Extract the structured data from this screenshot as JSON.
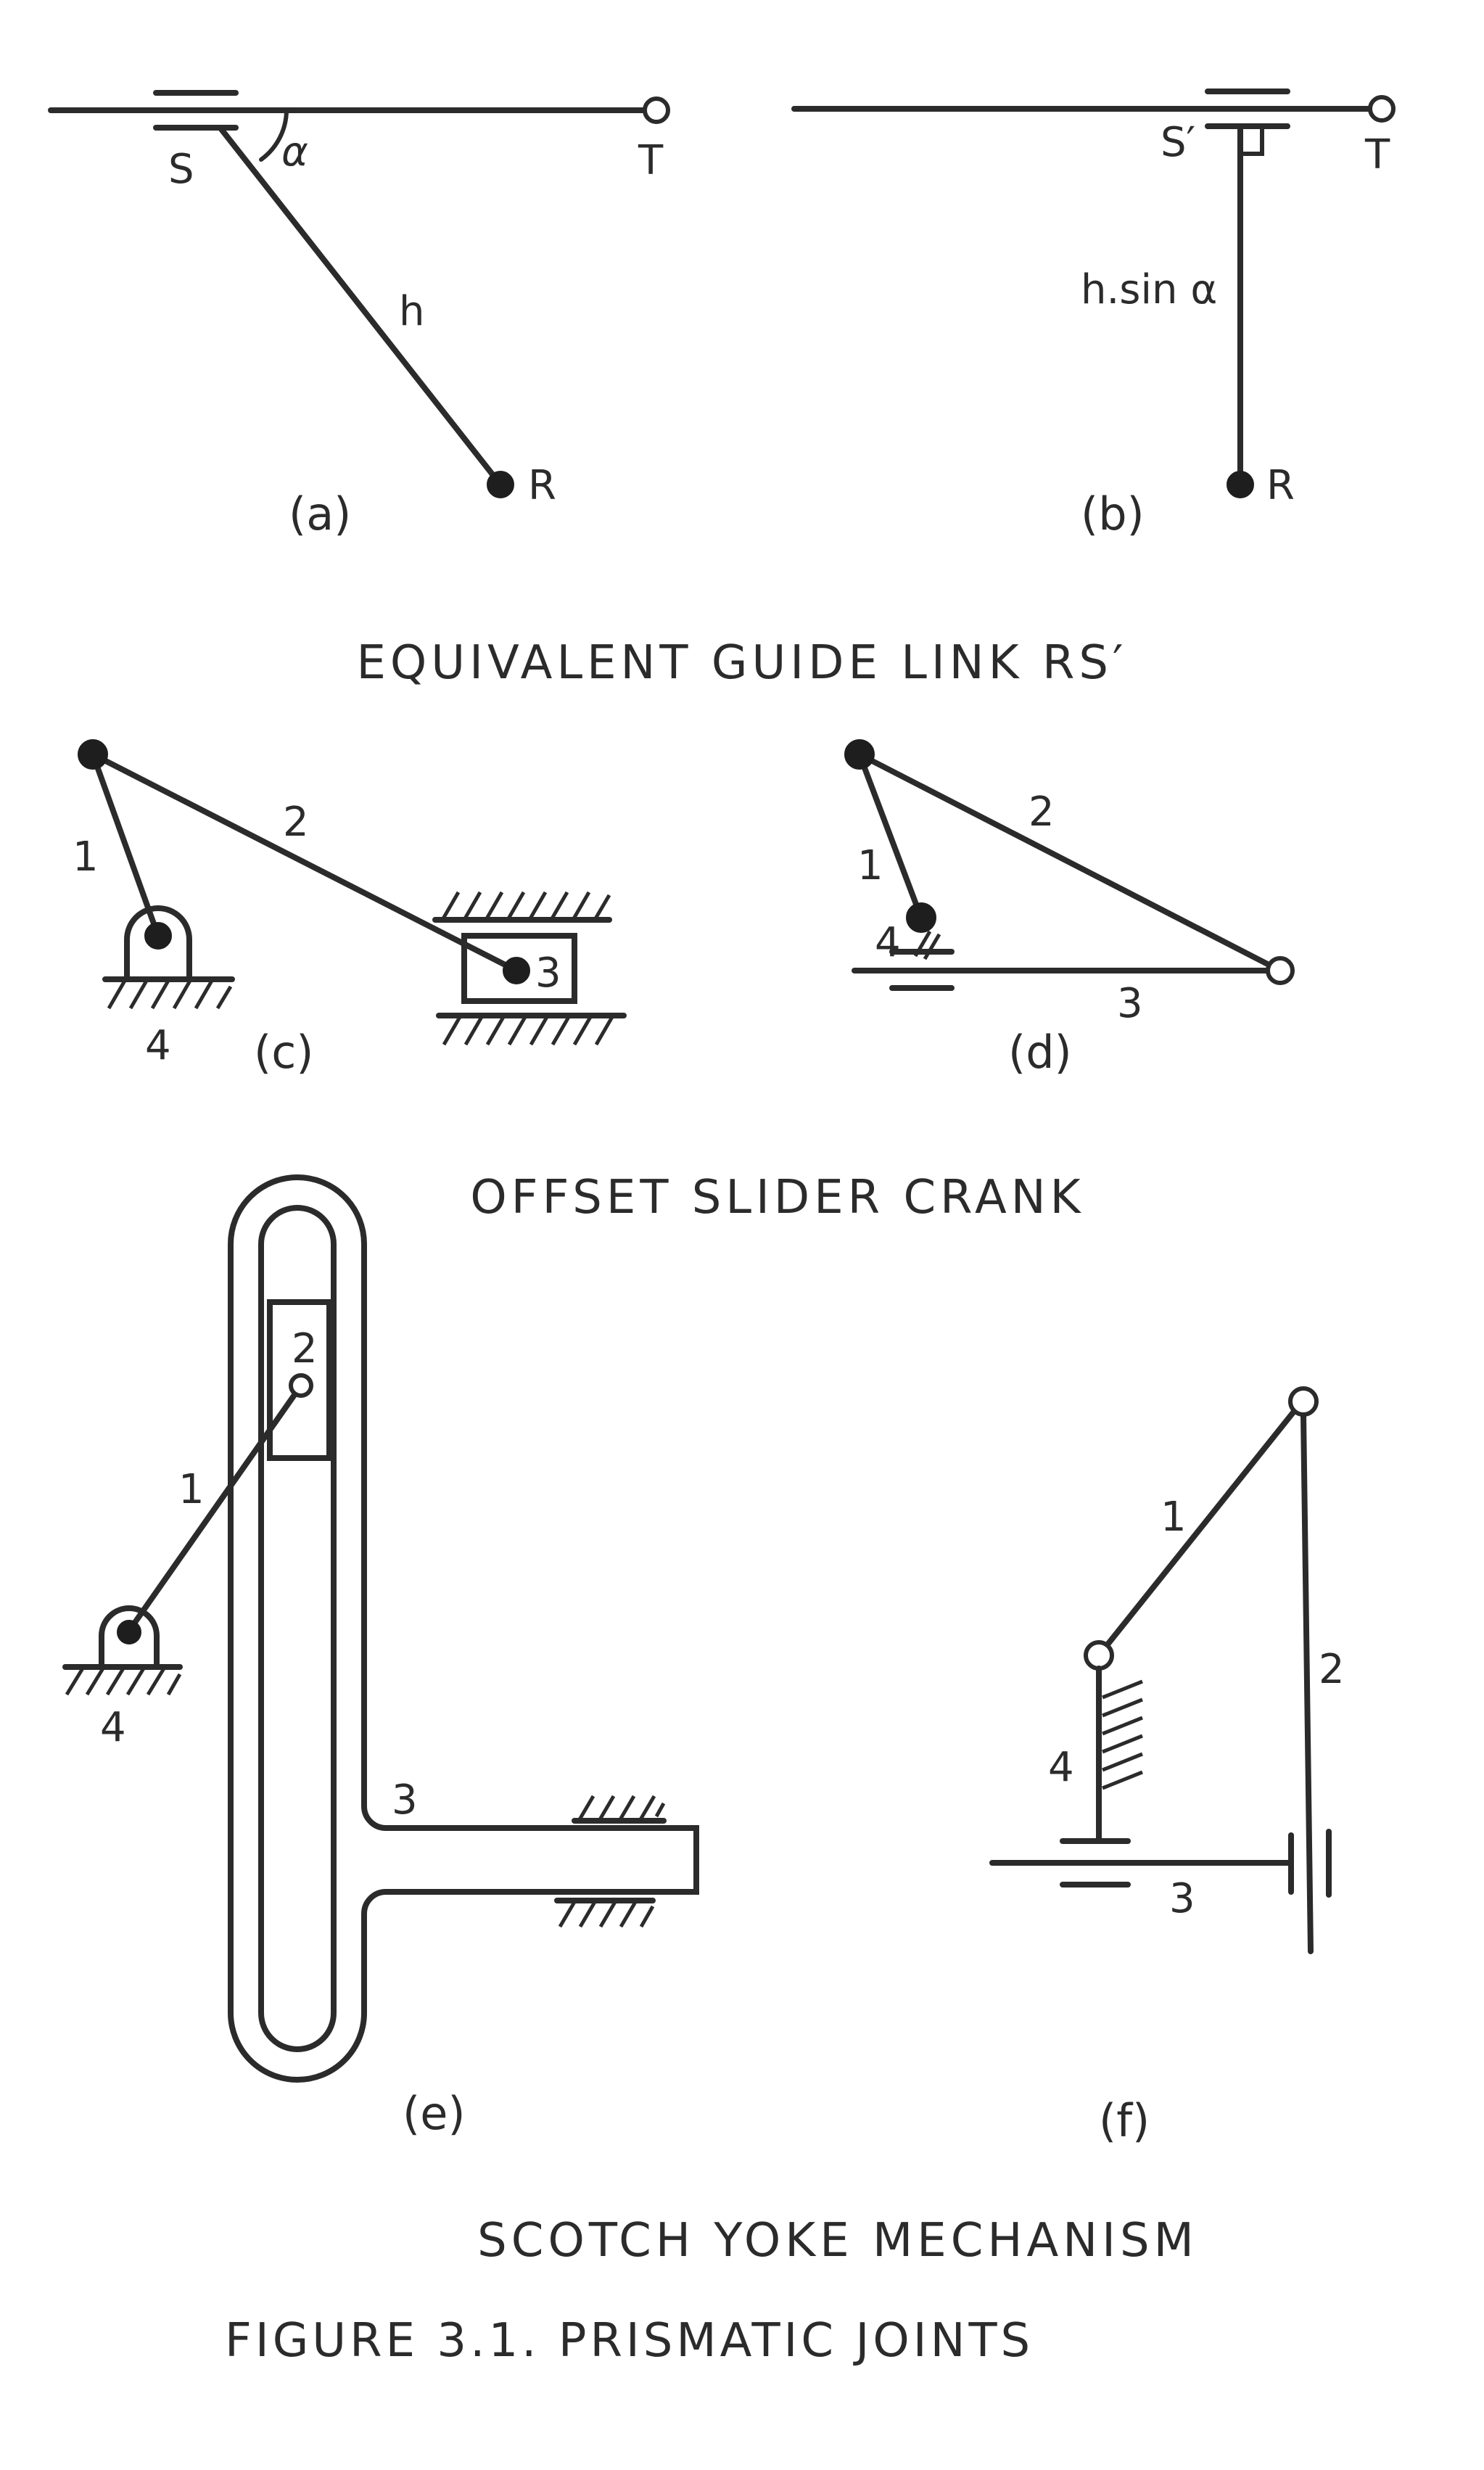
{
  "titles": {
    "guide_link": "EQUIVALENT GUIDE LINK RS′",
    "offset_slider": "OFFSET SLIDER CRANK",
    "scotch_yoke": "SCOTCH YOKE MECHANISM",
    "figure_caption": "FIGURE 3.1. PRISMATIC JOINTS"
  },
  "panels": {
    "a": {
      "sublabel": "(a)",
      "labels": {
        "S": "S",
        "T": "T",
        "R": "R",
        "alpha": "α",
        "h": "h"
      }
    },
    "b": {
      "sublabel": "(b)",
      "labels": {
        "S": "S′",
        "T": "T",
        "R": "R",
        "h": "h.sin α"
      }
    },
    "c": {
      "sublabel": "(c)",
      "labels": {
        "l1": "1",
        "l2": "2",
        "l3": "3",
        "l4": "4"
      }
    },
    "d": {
      "sublabel": "(d)",
      "labels": {
        "l1": "1",
        "l2": "2",
        "l3": "3",
        "l4": "4"
      }
    },
    "e": {
      "sublabel": "(e)",
      "labels": {
        "l1": "1",
        "l2": "2",
        "l3": "3",
        "l4": "4"
      }
    },
    "f": {
      "sublabel": "(f)",
      "labels": {
        "l1": "1",
        "l2": "2",
        "l3": "3",
        "l4": "4"
      }
    }
  }
}
